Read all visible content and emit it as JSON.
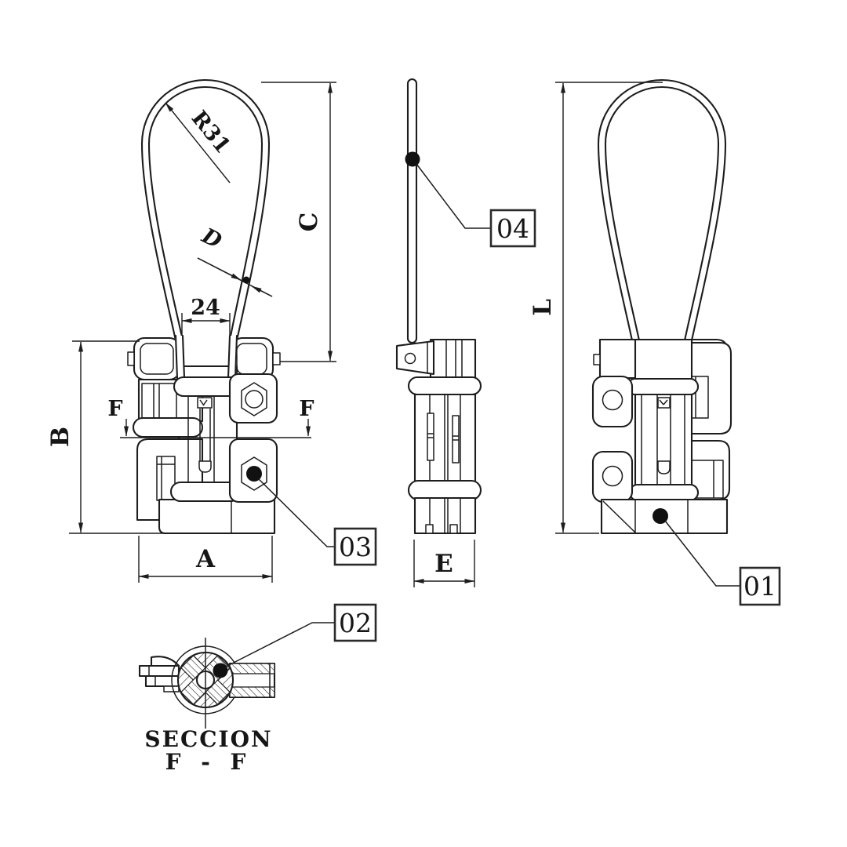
{
  "colors": {
    "line": "#1d1d1d",
    "background": "#ffffff",
    "fill_black": "#111111"
  },
  "front_view": {
    "radius_label": "R31",
    "wire_label": "D",
    "spacing_label": "24",
    "height_label": "C",
    "body_height_label": "B",
    "width_label": "A",
    "section_label_left": "F",
    "section_label_right": "F"
  },
  "side_view": {
    "width_label": "E"
  },
  "rear_view": {
    "length_label": "L"
  },
  "section_view": {
    "title": "SECCION",
    "subtitle": "F - F"
  },
  "callouts": {
    "body": "01",
    "insert": "02",
    "nut": "03",
    "bail": "04"
  }
}
